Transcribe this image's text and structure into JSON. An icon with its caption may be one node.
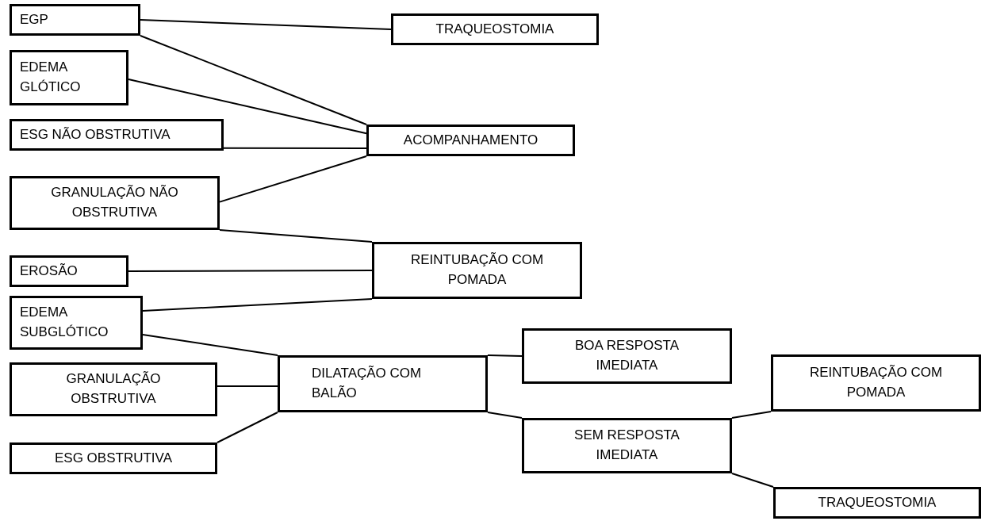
{
  "diagram": {
    "nodes": [
      {
        "text": [
          "EGP"
        ]
      },
      {
        "text": [
          "TRAQUEOSTOMIA"
        ]
      },
      {
        "text": [
          "EDEMA GLÓTICO"
        ]
      },
      {
        "text": [
          "ESG NÃO OBSTRUTIVA"
        ]
      },
      {
        "text": [
          "ACOMPANHAMENTO"
        ]
      },
      {
        "text": [
          "GRANULAÇÃO NÃO OBSTRUTIVA"
        ]
      },
      {
        "text": [
          "REINTUBAÇÃO COM POMADA"
        ]
      },
      {
        "text": [
          "EROSÃO"
        ]
      },
      {
        "text": [
          "EDEMA SUBGLÓTICO"
        ]
      },
      {
        "text": [
          "BOA RESPOSTA IMEDIATA"
        ]
      },
      {
        "text": [
          "REINTUBAÇÃO COM POMADA"
        ]
      },
      {
        "text": [
          "GRANULAÇÃO OBSTRUTIVA"
        ]
      },
      {
        "text": [
          "DILATAÇÃO COM BALÃO"
        ]
      },
      {
        "text": [
          "SEM RESPOSTA IMEDIATA"
        ]
      },
      {
        "text": [
          "ESG OBSTRUTIVA"
        ]
      },
      {
        "text": [
          "TRAQUEOSTOMIA"
        ]
      }
    ],
    "edges": [
      {
        "from": 0,
        "to": 1,
        "arrow": "none"
      },
      {
        "from": 0,
        "to": 4,
        "arrow": "none"
      },
      {
        "from": 2,
        "to": 4,
        "arrow": "none"
      },
      {
        "from": 3,
        "to": 4,
        "arrow": "none"
      },
      {
        "from": 5,
        "to": 4,
        "arrow": "none"
      },
      {
        "from": 5,
        "to": 6,
        "arrow": "none"
      },
      {
        "from": 7,
        "to": 6,
        "arrow": "none"
      },
      {
        "from": 8,
        "to": 6,
        "arrow": "none"
      },
      {
        "from": 8,
        "to": 12,
        "arrow": "none"
      },
      {
        "from": 11,
        "to": 12,
        "arrow": "none"
      },
      {
        "from": 14,
        "to": 12,
        "arrow": "none"
      },
      {
        "from": 12,
        "to": 9,
        "arrow": "none"
      },
      {
        "from": 12,
        "to": 13,
        "arrow": "none"
      },
      {
        "from": 13,
        "to": 10,
        "arrow": "none"
      },
      {
        "from": 13,
        "to": 15,
        "arrow": "none"
      }
    ]
  }
}
